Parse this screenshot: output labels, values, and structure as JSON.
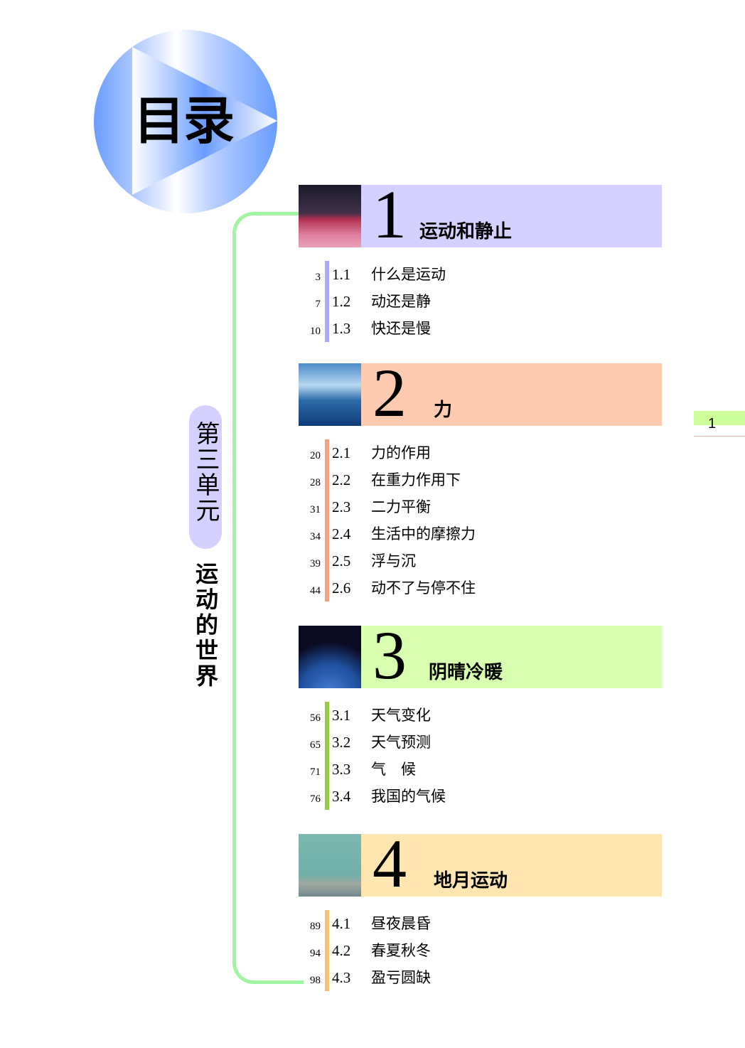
{
  "title": "目录",
  "unit": {
    "label": "第三单元",
    "title": "运动的世界"
  },
  "page_number": "1",
  "chapters": [
    {
      "number": "1",
      "title": "运动和静止",
      "band_color": "#d4d0ff",
      "bar_color": "#b0a8ff",
      "image": "sprinter-photo",
      "items": [
        {
          "page": "3",
          "sec": "1.1",
          "title": "什么是运动"
        },
        {
          "page": "7",
          "sec": "1.2",
          "title": "动还是静"
        },
        {
          "page": "10",
          "sec": "1.3",
          "title": "快还是慢"
        }
      ]
    },
    {
      "number": "2",
      "title": "力",
      "band_color": "#ffcbb0",
      "bar_color": "#f5a080",
      "image": "aircraft-carrier-photo",
      "items": [
        {
          "page": "20",
          "sec": "2.1",
          "title": "力的作用"
        },
        {
          "page": "28",
          "sec": "2.2",
          "title": "在重力作用下"
        },
        {
          "page": "31",
          "sec": "2.3",
          "title": "二力平衡"
        },
        {
          "page": "34",
          "sec": "2.4",
          "title": "生活中的摩擦力"
        },
        {
          "page": "39",
          "sec": "2.5",
          "title": "浮与沉"
        },
        {
          "page": "44",
          "sec": "2.6",
          "title": "动不了与停不住"
        }
      ]
    },
    {
      "number": "3",
      "title": "阴晴冷暖",
      "band_color": "#d8ffb0",
      "bar_color": "#99cc44",
      "image": "satellite-earth-photo",
      "items": [
        {
          "page": "56",
          "sec": "3.1",
          "title": "天气变化"
        },
        {
          "page": "65",
          "sec": "3.2",
          "title": "天气预测"
        },
        {
          "page": "71",
          "sec": "3.3",
          "title": "气　候"
        },
        {
          "page": "76",
          "sec": "3.4",
          "title": "我国的气候"
        }
      ]
    },
    {
      "number": "4",
      "title": "地月运动",
      "band_color": "#ffe6b0",
      "bar_color": "#f5c070",
      "image": "seaside-photo",
      "items": [
        {
          "page": "89",
          "sec": "4.1",
          "title": "昼夜晨昏"
        },
        {
          "page": "94",
          "sec": "4.2",
          "title": "春夏秋冬"
        },
        {
          "page": "98",
          "sec": "4.3",
          "title": "盈亏圆缺"
        }
      ]
    }
  ]
}
